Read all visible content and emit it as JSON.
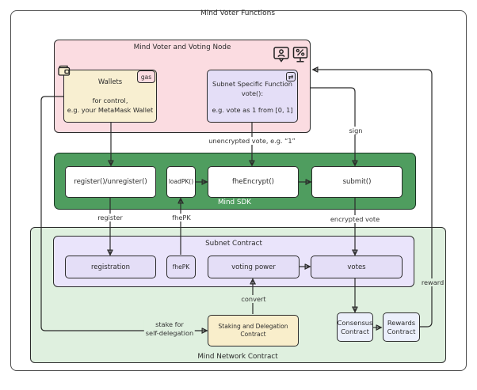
{
  "title": "Mind Voter Functions",
  "colors": {
    "pink": "#fbdce1",
    "cream": "#f8efd1",
    "cream2": "#f9eecb",
    "lavender": "#e4def7",
    "purpleouter": "#eae4fb",
    "green": "#4f9d5f",
    "lightgreen": "#dff0df",
    "bluebox": "#ebeffb"
  },
  "voting_node": {
    "title": "Mind Voter and Voting Node",
    "wallets": {
      "badge": "gas",
      "title": "Wallets",
      "line1": "for control,",
      "line2": "e.g. your MetaMask Wallet"
    },
    "subnet_function": {
      "line1": "Subnet Specific Function",
      "line2": "vote():",
      "line3": "e.g. vote as 1 from [0, 1]"
    }
  },
  "sdk": {
    "label": "Mind SDK",
    "boxes": [
      "register()/unregister()",
      "loadPK()",
      "fheEncrypt()",
      "submit()"
    ]
  },
  "network_contract": {
    "label": "Mind Network Contract",
    "subnet_contract": {
      "title": "Subnet Contract",
      "boxes": [
        "registration",
        "fhePK",
        "voting power",
        "votes"
      ]
    },
    "staking": "Staking and Delegation Contract",
    "consensus": "Consensus Contract",
    "rewards": "Rewards Contract"
  },
  "edges": {
    "unencrypted_vote": "unencrypted vote, e.g. “1”",
    "sign": "sign",
    "register": "register",
    "fhepk": "fhePK",
    "encrypted_vote": "encrypted vote",
    "convert": "convert",
    "stake_line1": "stake for",
    "stake_line2": "self-delegation",
    "reward": "reward"
  },
  "icons": {
    "swap_glyph": "⇄",
    "person": "user-chat-icon",
    "percent": "percent-monitor-icon",
    "wallet": "wallet-icon"
  }
}
